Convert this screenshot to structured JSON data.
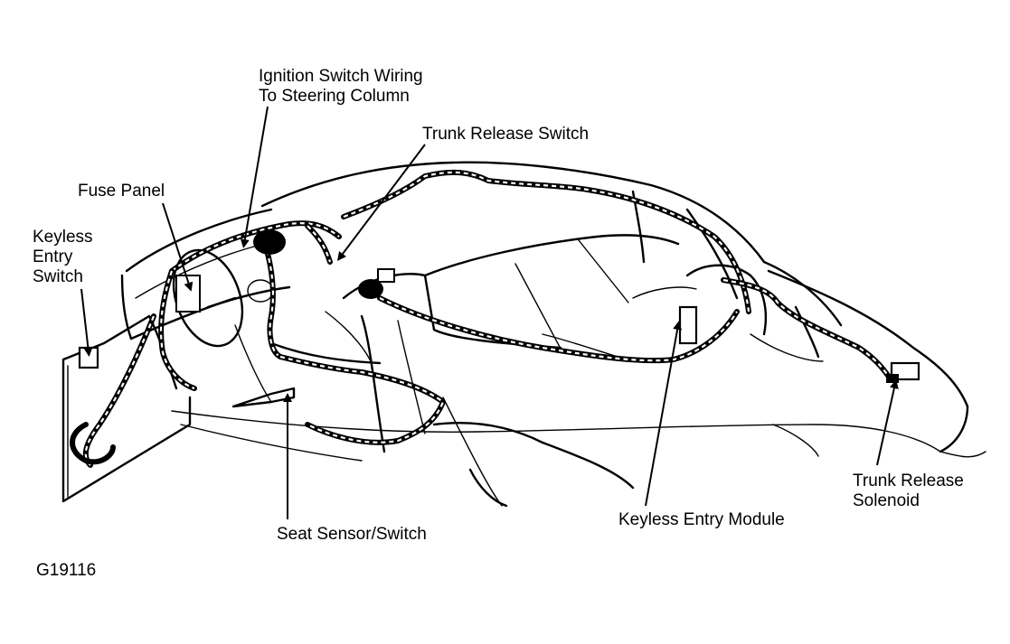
{
  "figure_id": "G19116",
  "labels": {
    "ignition_switch_wiring": [
      "Ignition Switch Wiring",
      "To Steering Column"
    ],
    "trunk_release_switch": [
      "Trunk Release Switch"
    ],
    "fuse_panel": [
      "Fuse Panel"
    ],
    "keyless_entry_switch": [
      "Keyless",
      "Entry",
      "Switch"
    ],
    "seat_sensor_switch": [
      "Seat Sensor/Switch"
    ],
    "keyless_entry_module": [
      "Keyless Entry Module"
    ],
    "trunk_release_solenoid": [
      "Trunk Release",
      "Solenoid"
    ]
  }
}
